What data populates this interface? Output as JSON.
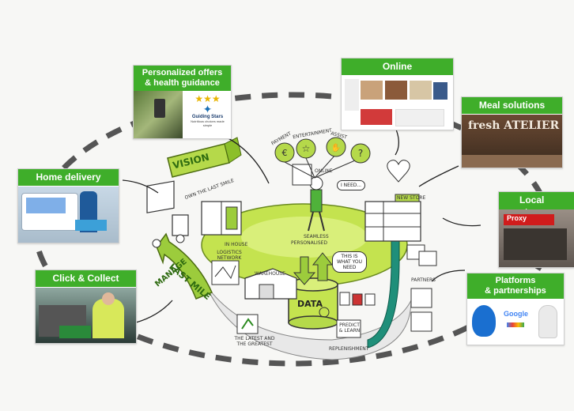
{
  "cards": {
    "personalized": {
      "title_line1": "Personalized offers",
      "title_line2": "& health guidance",
      "logo_text": "Guiding Stars",
      "logo_sub": "Nutritious choices made simple"
    },
    "online": {
      "title": "Online"
    },
    "meal": {
      "title": "Meal solutions",
      "sign": "fresh ATELIER"
    },
    "home": {
      "title": "Home delivery"
    },
    "local": {
      "title": "Local stores",
      "sign": "Proxy"
    },
    "click": {
      "title": "Click & Collect"
    },
    "platforms": {
      "title_line1": "Platforms",
      "title_line2": "& partnerships",
      "logo_google": "Google"
    }
  },
  "sketch": {
    "vision": "VISION",
    "manage": "MANAGE",
    "last_mile": "LAST MILE",
    "own_last_smile": "OWN THE LAST SMILE",
    "in_house": "IN HOUSE",
    "logistics": "LOGISTICS NETWORK",
    "warehouse": "WAREHOUSE",
    "data": "DATA",
    "this_is_what": "THIS IS WHAT YOU NEED",
    "i_need": "I NEED...",
    "latest": "THE LATEST AND THE GREATEST",
    "predict": "PREDICT & LEARN",
    "replenishment": "REPLENISHMENT",
    "partners": "PARTNERS",
    "new_store": "NEW STORE",
    "online": "ONLINE",
    "seamless": "SEAMLESS",
    "personalised": "PERSONALISED",
    "icon_labels": [
      "PAYMENT",
      "ENTERTAINMENT",
      "ASSIST"
    ]
  },
  "colors": {
    "green": "#3fae2a",
    "dark_green": "#2e8b22",
    "dash": "#555555",
    "sketch_green": "#b5d94a"
  }
}
